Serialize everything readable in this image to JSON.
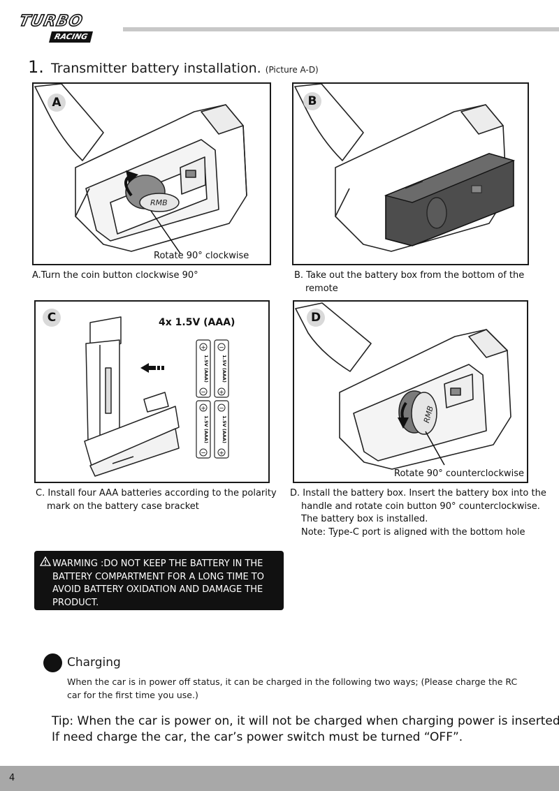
{
  "header": {
    "logo_top": "TURBO",
    "logo_bottom": "RACING"
  },
  "section": {
    "number": "1.",
    "title": "Transmitter battery installation.",
    "subtitle": "(Picture A-D)"
  },
  "panels": {
    "a": {
      "letter": "A",
      "image_caption": "Rotate 90° clockwise",
      "coin_label": "RMB"
    },
    "b": {
      "letter": "B"
    },
    "c": {
      "letter": "C",
      "battery_spec": "4x 1.5V (AAA)",
      "cell_label": "1.5V (AAA)"
    },
    "d": {
      "letter": "D",
      "image_caption": "Rotate  90° counterclockwise",
      "coin_label": "RMB"
    }
  },
  "captions": {
    "a": [
      "A.Turn the coin button clockwise 90°"
    ],
    "b": [
      "B. Take out the battery box from the bottom of the",
      "remote"
    ],
    "c": [
      "C. Install four AAA batteries according to the polarity",
      "mark on the battery case bracket"
    ],
    "d": [
      "D. Install the battery box. Insert the battery box into the",
      "handle and rotate  coin button  90° counterclockwise.",
      "The battery box is installed.",
      "Note: Type-C port is aligned with the bottom hole"
    ]
  },
  "warning": {
    "lines": [
      "WARMING :DO NOT KEEP THE BATTERY IN THE",
      "BATTERY COMPARTMENT FOR A LONG TIME TO",
      "AVOID BATTERY OXIDATION AND DAMAGE THE",
      "PRODUCT."
    ]
  },
  "charging": {
    "title": "Charging",
    "description": [
      "When the car is in power off status, it can be charged in the following two ways;  (Please charge the RC",
      "car for the first time you use.)"
    ]
  },
  "tip": {
    "lines": [
      "Tip: When the car is power on, it will not be charged when charging power is inserted.",
      "If need charge the car, the car’s power switch must be turned “OFF”."
    ]
  },
  "footer": {
    "page_number": "4"
  },
  "icons": {
    "warning": "warning-triangle-icon",
    "bullet": "filled-circle-bullet-icon",
    "rotate_clockwise": "rotate-clockwise-arrow-icon",
    "rotate_counterclockwise": "rotate-counterclockwise-arrow-icon",
    "insert_direction": "left-arrow-icon",
    "polarity_plus": "plus-polarity-icon",
    "polarity_minus": "minus-polarity-icon"
  },
  "colors": {
    "text": "#1a1a1a",
    "warning_background": "#111111",
    "footer_background": "#a8a8a8",
    "header_rule": "#c8c8c8",
    "battery_box": "#4a4a4a",
    "coin_button": "#7a7a7a"
  }
}
